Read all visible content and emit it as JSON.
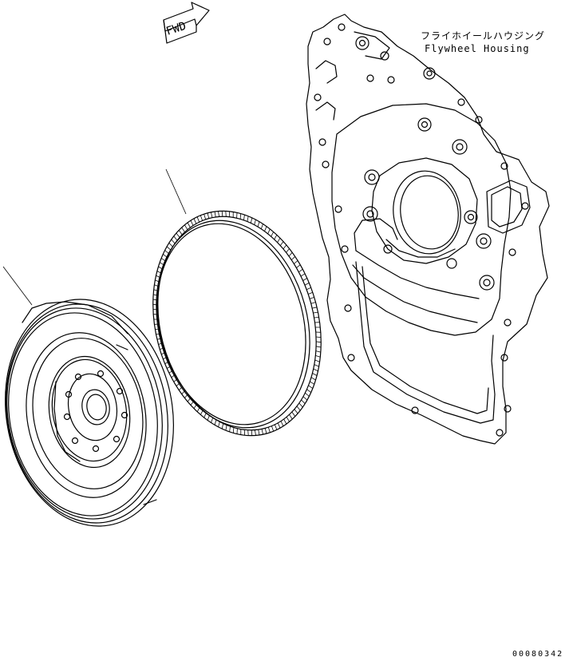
{
  "direction_arrow": {
    "text": "FWD"
  },
  "parts": {
    "housing": {
      "name_jp": "フライホイールハウジング",
      "name_en": "Flywheel Housing"
    }
  },
  "drawing_number": "00080342",
  "icons": [
    "fwd-arrow-icon"
  ]
}
